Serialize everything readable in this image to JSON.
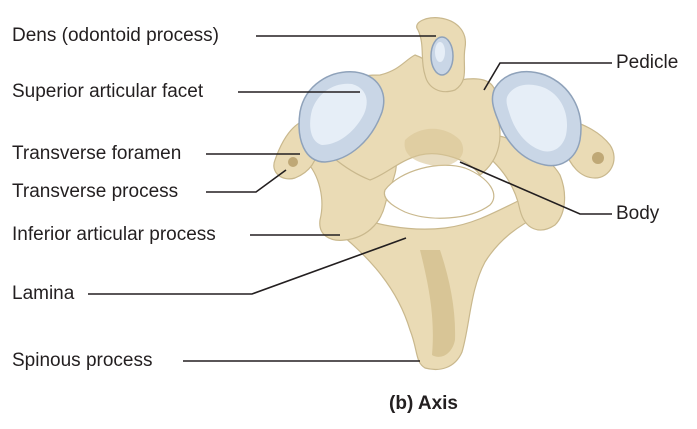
{
  "labels": {
    "dens": "Dens (odontoid process)",
    "superior_facet": "Superior articular facet",
    "transverse_foramen": "Transverse foramen",
    "transverse_process": "Transverse process",
    "inferior_process": "Inferior articular process",
    "lamina": "Lamina",
    "spinous_process": "Spinous process",
    "pedicle": "Pedicle",
    "body": "Body"
  },
  "caption": "(b) Axis",
  "colors": {
    "bone": "#eadbb5",
    "facet": "#c9d6e6",
    "text": "#231f20"
  }
}
